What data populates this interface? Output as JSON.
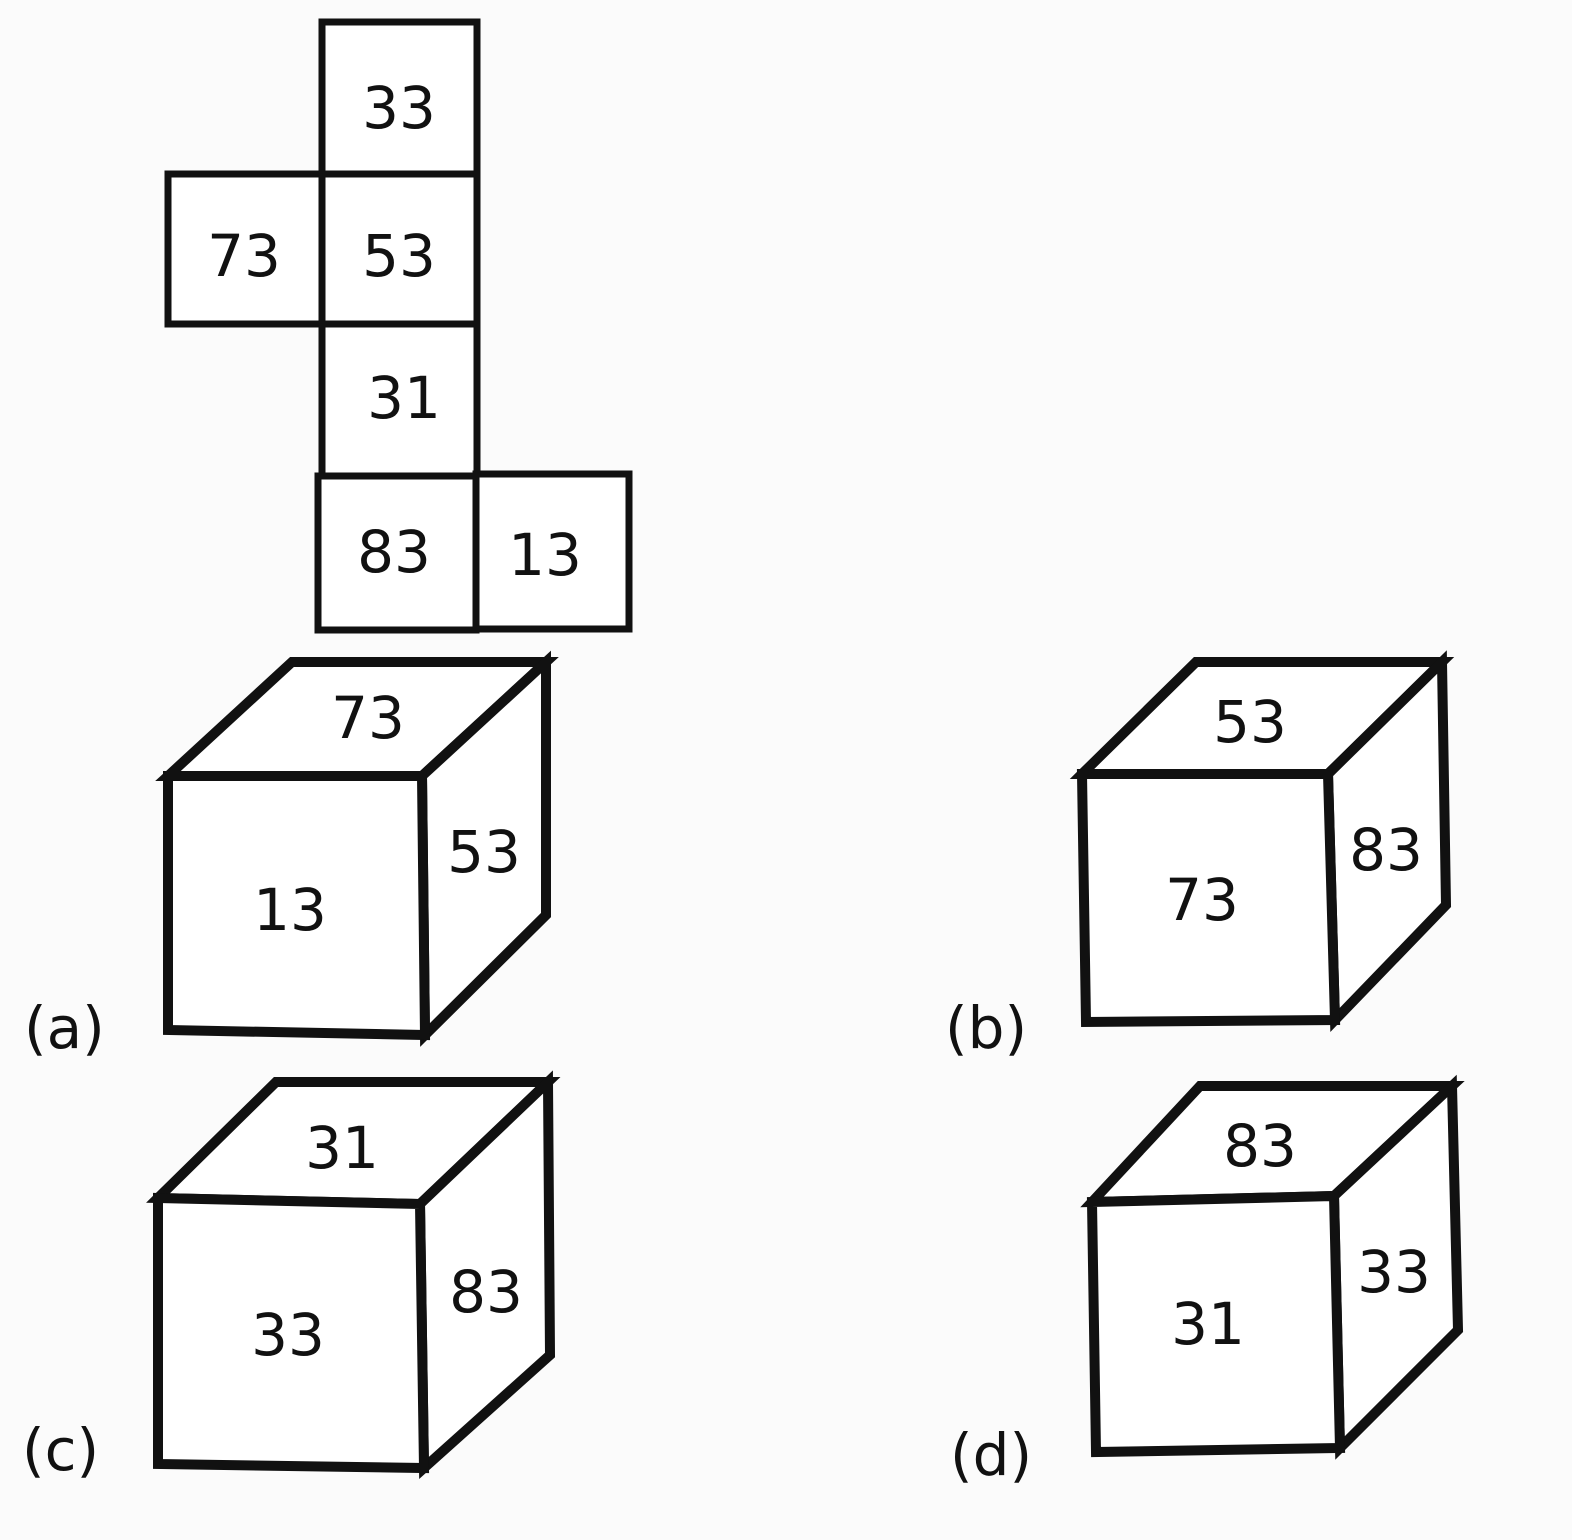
{
  "net": {
    "top": "33",
    "left": "73",
    "center": "53",
    "below": "31",
    "bottom": "83",
    "bottom_right": "13"
  },
  "options": [
    {
      "label": "(a)",
      "top": "73",
      "front": "13",
      "right": "53"
    },
    {
      "label": "(b)",
      "top": "53",
      "front": "73",
      "right": "83"
    },
    {
      "label": "(c)",
      "top": "31",
      "front": "33",
      "right": "83"
    },
    {
      "label": "(d)",
      "top": "83",
      "front": "31",
      "right": "33"
    }
  ]
}
